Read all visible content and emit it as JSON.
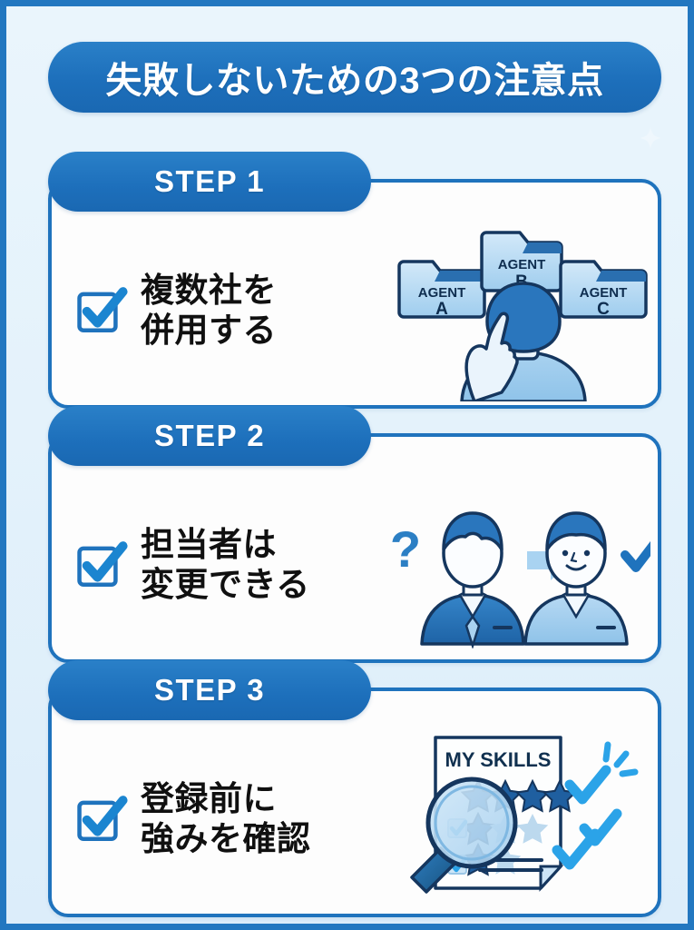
{
  "page": {
    "background_color": "#e6f3fb",
    "border_color": "#2277c0",
    "accent_color": "#1f73bd",
    "accent_light_color": "#9ecbea",
    "check_color": "#2ba3e8",
    "text_color": "#101010"
  },
  "header": {
    "title": "失敗しないための3つの注意点",
    "banner_color": "#1d6fbb",
    "title_color": "#ffffff"
  },
  "cards": [
    {
      "step_label": "STEP 1",
      "headline": "複数社を\n併用する",
      "checkbox_icon": "checkbox-checked-icon",
      "illustration": {
        "name": "three-agent-folders-with-person",
        "folders": [
          {
            "line1": "AGENT",
            "line2": "A"
          },
          {
            "line1": "AGENT",
            "line2": "B"
          },
          {
            "line1": "AGENT",
            "line2": "C"
          }
        ]
      }
    },
    {
      "step_label": "STEP 2",
      "headline": "担当者は\n変更できる",
      "checkbox_icon": "checkbox-checked-icon",
      "illustration": {
        "name": "person-swap-with-arrow",
        "question_mark": "?",
        "arrow": "right-arrow-icon",
        "confirm_check": "check-icon"
      }
    },
    {
      "step_label": "STEP 3",
      "headline": "登録前に\n強みを確認",
      "checkbox_icon": "checkbox-checked-icon",
      "illustration": {
        "name": "skills-document-with-magnifier",
        "document_title": "MY SKILLS",
        "star_rows": [
          {
            "filled": 4,
            "empty": 0
          },
          {
            "filled": 1,
            "empty": 2
          },
          {
            "filled": 1,
            "empty": 1
          }
        ],
        "checkmarks": 3
      }
    }
  ]
}
